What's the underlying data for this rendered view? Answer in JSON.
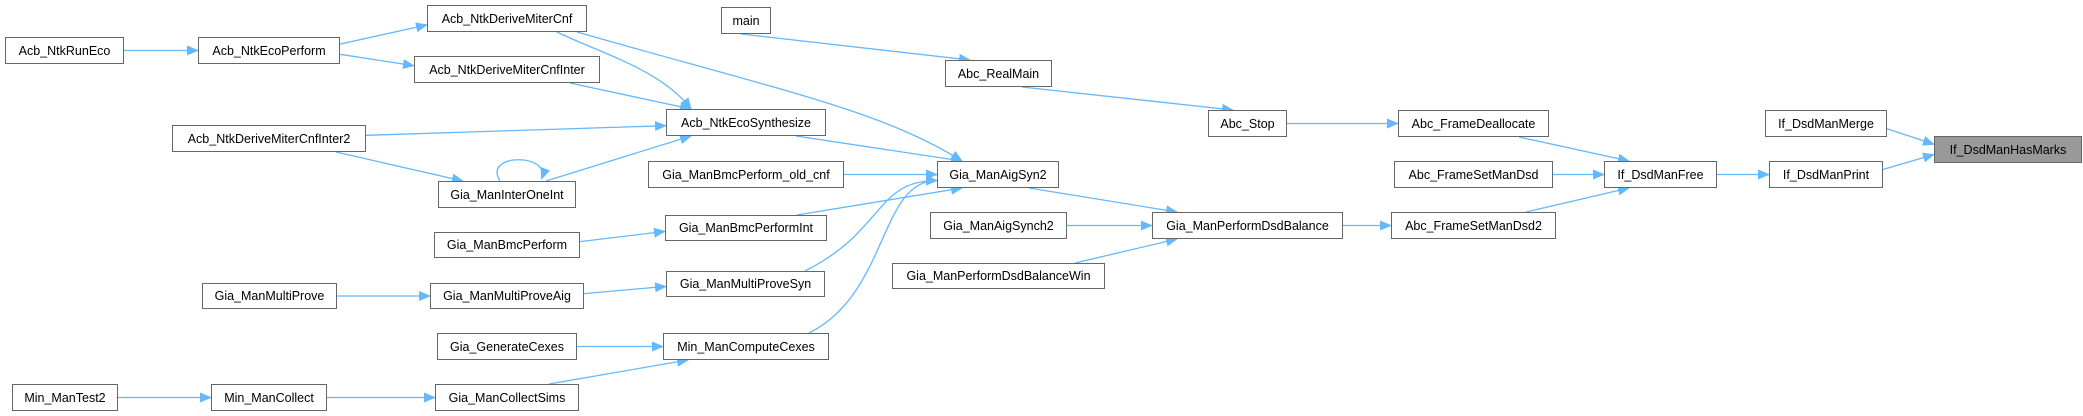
{
  "colors": {
    "edge": "#63b8ff",
    "node_border": "#666666",
    "node_fill": "#ffffff",
    "current_fill": "#999999"
  },
  "nodes": [
    {
      "label": "Acb_NtkRunEco"
    },
    {
      "label": "Acb_NtkEcoPerform"
    },
    {
      "label": "Acb_NtkDeriveMiterCnf"
    },
    {
      "label": "Acb_NtkDeriveMiterCnfInter"
    },
    {
      "label": "Acb_NtkDeriveMiterCnfInter2"
    },
    {
      "label": "Gia_ManInterOneInt"
    },
    {
      "label": "Gia_ManBmcPerform"
    },
    {
      "label": "Gia_ManMultiProve"
    },
    {
      "label": "Gia_ManMultiProveAig"
    },
    {
      "label": "Gia_GenerateCexes"
    },
    {
      "label": "Min_ManTest2"
    },
    {
      "label": "Min_ManCollect"
    },
    {
      "label": "Gia_ManCollectSims"
    },
    {
      "label": "Acb_NtkEcoSynthesize"
    },
    {
      "label": "Gia_ManBmcPerform_old_cnf"
    },
    {
      "label": "Gia_ManBmcPerformInt"
    },
    {
      "label": "Gia_ManMultiProveSyn"
    },
    {
      "label": "Min_ManComputeCexes"
    },
    {
      "label": "main"
    },
    {
      "label": "Abc_RealMain"
    },
    {
      "label": "Gia_ManAigSyn2"
    },
    {
      "label": "Gia_ManAigSynch2"
    },
    {
      "label": "Gia_ManPerformDsdBalanceWin"
    },
    {
      "label": "Abc_Stop"
    },
    {
      "label": "Gia_ManPerformDsdBalance"
    },
    {
      "label": "Abc_FrameDeallocate"
    },
    {
      "label": "Abc_FrameSetManDsd"
    },
    {
      "label": "Abc_FrameSetManDsd2"
    },
    {
      "label": "If_DsdManFree"
    },
    {
      "label": "If_DsdManMerge"
    },
    {
      "label": "If_DsdManPrint"
    },
    {
      "label": "If_DsdManHasMarks",
      "current": true
    }
  ],
  "edges": [
    [
      0,
      1
    ],
    [
      1,
      2
    ],
    [
      1,
      3
    ],
    [
      2,
      13
    ],
    [
      2,
      20
    ],
    [
      3,
      13
    ],
    [
      4,
      13
    ],
    [
      4,
      5
    ],
    [
      5,
      5
    ],
    [
      5,
      13
    ],
    [
      13,
      20
    ],
    [
      14,
      20
    ],
    [
      15,
      20
    ],
    [
      6,
      15
    ],
    [
      16,
      20
    ],
    [
      8,
      16
    ],
    [
      7,
      8
    ],
    [
      17,
      20
    ],
    [
      9,
      17
    ],
    [
      12,
      17
    ],
    [
      11,
      12
    ],
    [
      10,
      11
    ],
    [
      18,
      19
    ],
    [
      19,
      23
    ],
    [
      23,
      25
    ],
    [
      20,
      24
    ],
    [
      21,
      24
    ],
    [
      22,
      24
    ],
    [
      24,
      27
    ],
    [
      25,
      28
    ],
    [
      26,
      28
    ],
    [
      27,
      28
    ],
    [
      28,
      30
    ],
    [
      29,
      31
    ],
    [
      30,
      31
    ]
  ]
}
